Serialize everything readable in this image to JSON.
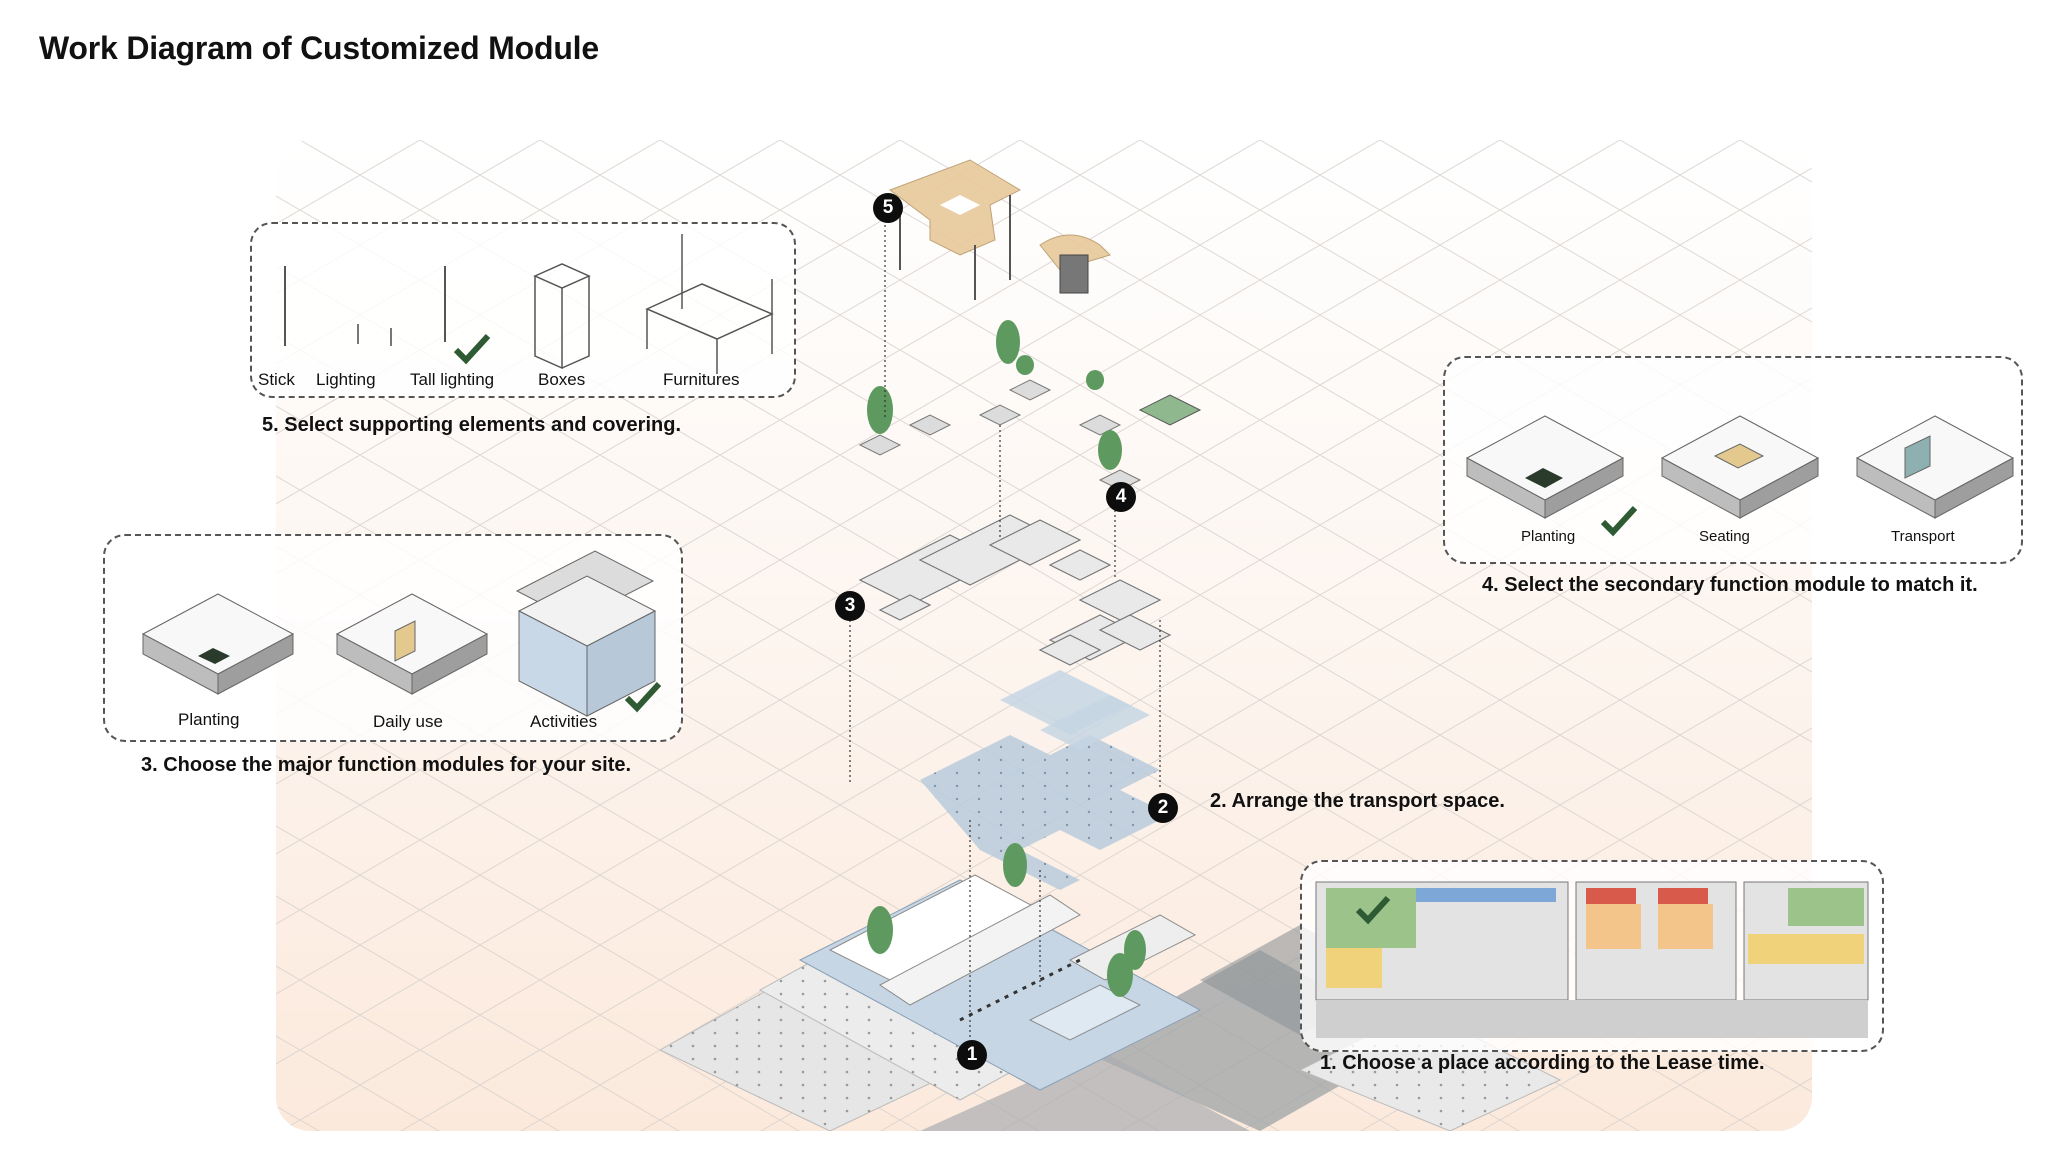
{
  "title": "Work Diagram of Customized Module",
  "steps": {
    "s1": "1. Choose a place according to the Lease time.",
    "s2": "2. Arrange the transport space.",
    "s3": "3. Choose the major function modules for your site.",
    "s4": "4. Select the secondary function module to match it.",
    "s5": "5. Select supporting elements and covering."
  },
  "markers": [
    "1",
    "2",
    "3",
    "4",
    "5"
  ],
  "supporting_elements": {
    "options": [
      "Stick",
      "Lighting",
      "Tall lighting",
      "Boxes",
      "Furnitures"
    ],
    "selected": "Tall lighting"
  },
  "major_modules": {
    "options": [
      "Planting",
      "Daily use",
      "Activities"
    ],
    "selected": "Activities"
  },
  "secondary_modules": {
    "options": [
      "Planting",
      "Seating",
      "Transport"
    ],
    "selected": "Planting"
  },
  "colors": {
    "tree": "#5e9a5f",
    "marker": "#0d0d0d",
    "transport": "#b9cbdc",
    "covering": "#e8c99a",
    "checkmark": "#2f5b34"
  }
}
